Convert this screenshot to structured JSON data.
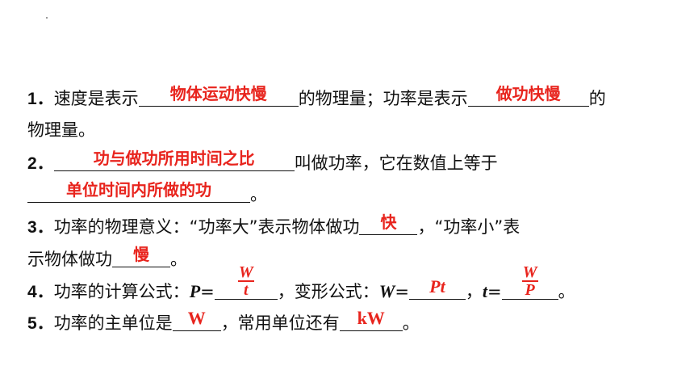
{
  "items": {
    "q1": {
      "num": "1．",
      "p1": "速度是表示",
      "a1": "物体运动快慢",
      "p2": "的物理量；功率是表示",
      "a2": "做功快慢",
      "p3": "的",
      "cont": "物理量。"
    },
    "q2": {
      "num": "2．",
      "a1": "功与做功所用时间之比",
      "p1": "叫做功率，它在数值上等于",
      "a2": "单位时间内所做的功",
      "p2": "。"
    },
    "q3": {
      "num": "3．",
      "p1": "功率的物理意义：“功率大”表示物体做功",
      "a1": "快",
      "p2": "，“功率小”表",
      "cont": "示物体做功",
      "a2": "慢",
      "p3": "。"
    },
    "q4": {
      "num": "4．",
      "p1": "功率的计算公式：",
      "sym_p": "P",
      "eq": "=",
      "f1_num": "W",
      "f1_den": "t",
      "p2": "，变形公式：",
      "sym_w": "W",
      "eq2": "=",
      "a2": "Pt",
      "comma": "，",
      "sym_t": "t",
      "eq3": "=",
      "f2_num": "W",
      "f2_den": "P",
      "end": "。"
    },
    "q5": {
      "num": "5．",
      "p1": "功率的主单位是",
      "a1": "W",
      "p2": "，常用单位还有",
      "a2": "kW",
      "p3": "。"
    }
  },
  "colors": {
    "answer": "#e8241d",
    "text": "#111111"
  }
}
